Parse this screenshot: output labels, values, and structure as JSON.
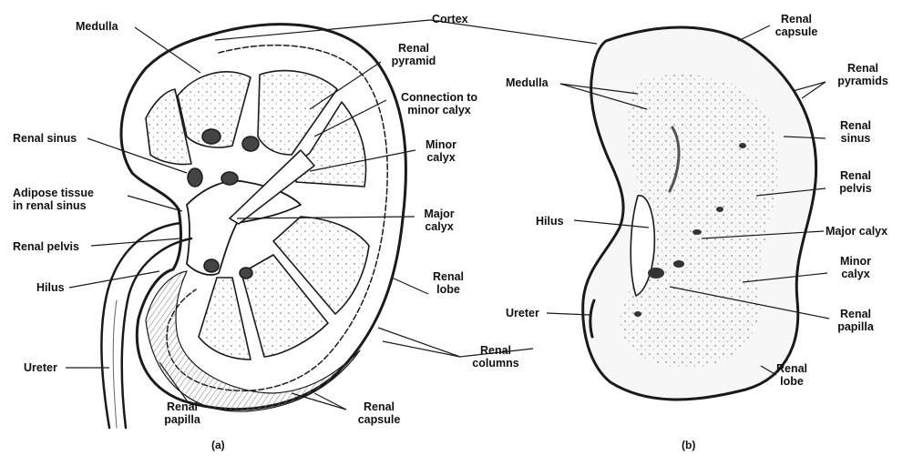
{
  "colors": {
    "ink": "#111111",
    "line": "#1a1a1a",
    "paper": "#ffffff",
    "shade": "#9a9a9a"
  },
  "panel_a": {
    "caption": "(a)",
    "labels": {
      "medulla": "Medulla",
      "cortex": "Cortex",
      "renal_pyramid": "Renal\npyramid",
      "connection": "Connection to\nminor calyx",
      "minor_calyx": "Minor\ncalyx",
      "renal_sinus": "Renal sinus",
      "adipose": "Adipose tissue\nin renal sinus",
      "major_calyx": "Major\ncalyx",
      "renal_pelvis": "Renal pelvis",
      "hilus": "Hilus",
      "renal_lobe": "Renal\nlobe",
      "ureter": "Ureter",
      "renal_columns": "Renal\ncolumns",
      "renal_papilla": "Renal\npapilla",
      "renal_capsule": "Renal\ncapsule"
    }
  },
  "panel_b": {
    "caption": "(b)",
    "labels": {
      "renal_capsule": "Renal\ncapsule",
      "medulla": "Medulla",
      "renal_pyramids": "Renal\npyramids",
      "renal_sinus": "Renal\nsinus",
      "renal_pelvis": "Renal\npelvis",
      "hilus": "Hilus",
      "major_calyx": "Major calyx",
      "minor_calyx": "Minor\ncalyx",
      "ureter": "Ureter",
      "renal_papilla": "Renal\npapilla",
      "renal_lobe": "Renal\nlobe"
    }
  }
}
